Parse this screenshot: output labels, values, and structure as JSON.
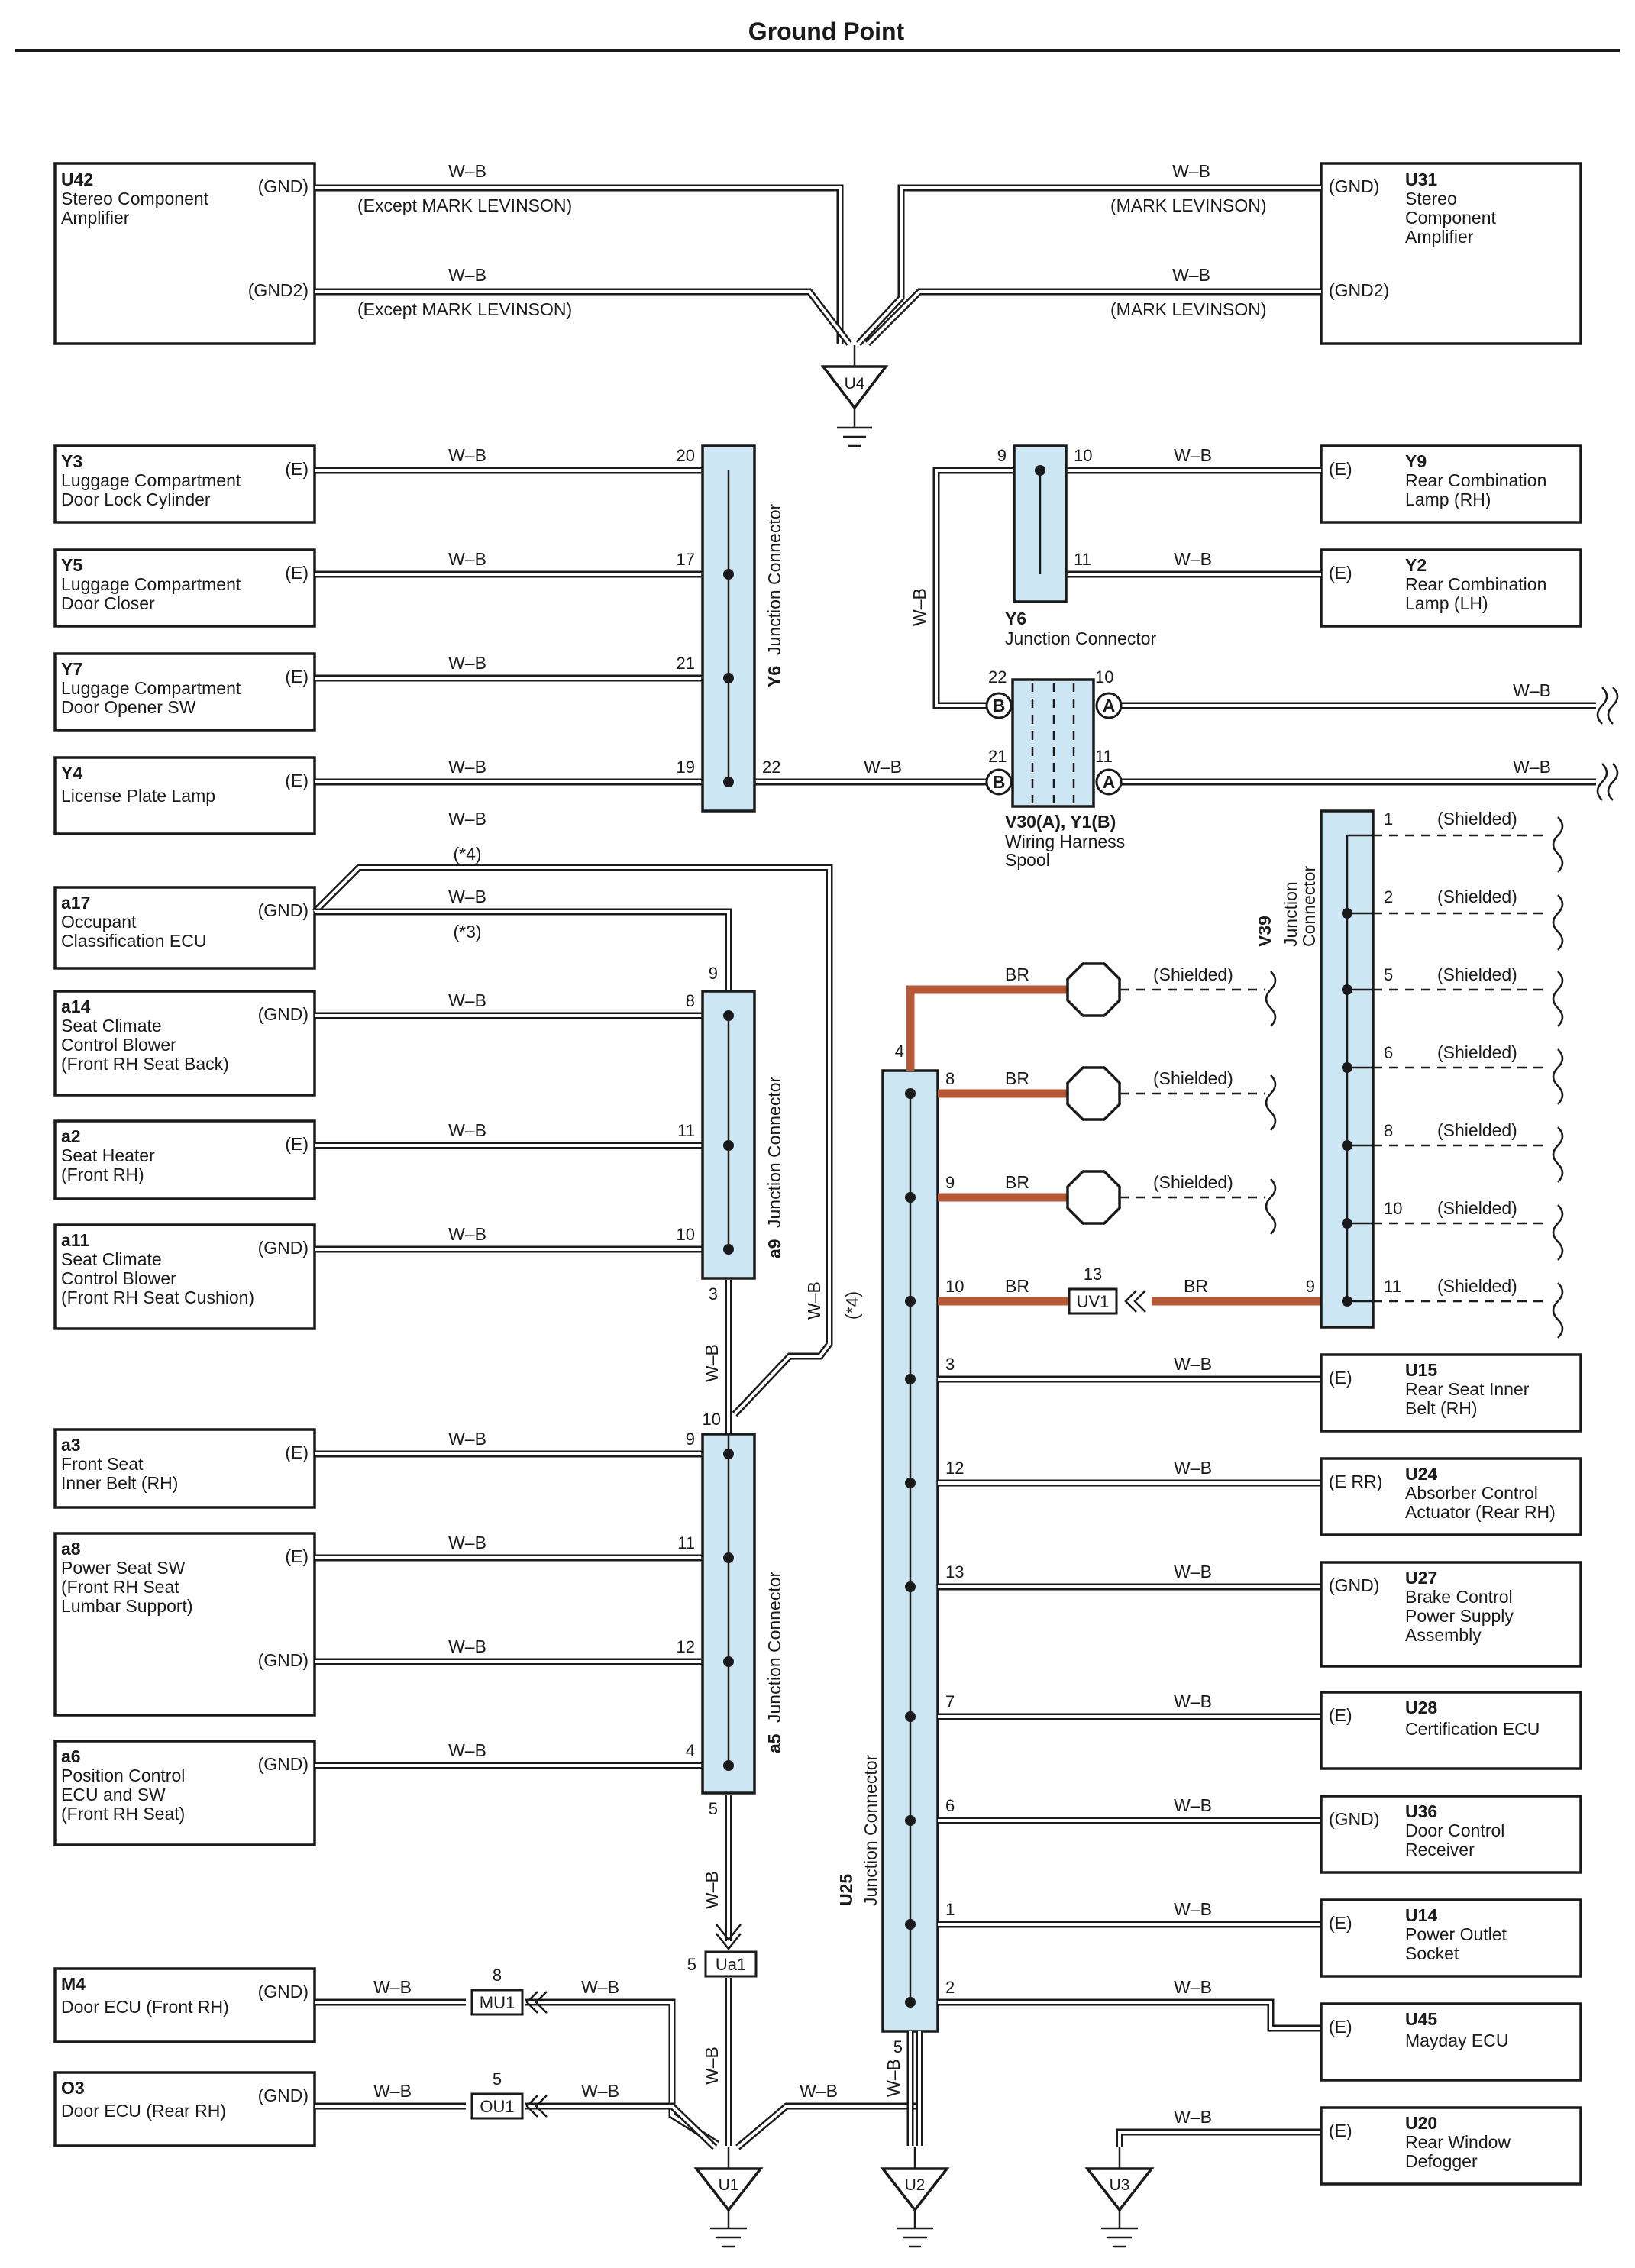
{
  "title": "Ground Point",
  "wire_color": "W–B",
  "br_color": "BR",
  "shielded": "(Shielded)",
  "notes": {
    "except_ml": "(Except MARK LEVINSON)",
    "ml": "(MARK LEVINSON)",
    "n4": "(*4)",
    "n3": "(*3)"
  },
  "colors": {
    "connector_fill": "#cde6f4",
    "br_wire": "#b45a38",
    "ink": "#1a1a1a"
  },
  "components": {
    "U42": {
      "id": "U42",
      "lines": [
        "Stereo Component",
        "Amplifier"
      ],
      "pins": [
        "(GND)",
        "(GND2)"
      ]
    },
    "U31": {
      "id": "U31",
      "lines": [
        "Stereo",
        "Component",
        "Amplifier"
      ],
      "pins": [
        "(GND)",
        "(GND2)"
      ]
    },
    "Y3": {
      "id": "Y3",
      "lines": [
        "Luggage Compartment",
        "Door Lock Cylinder"
      ],
      "pins": [
        "(E)"
      ]
    },
    "Y5": {
      "id": "Y5",
      "lines": [
        "Luggage Compartment",
        "Door Closer"
      ],
      "pins": [
        "(E)"
      ]
    },
    "Y7": {
      "id": "Y7",
      "lines": [
        "Luggage Compartment",
        "Door Opener SW"
      ],
      "pins": [
        "(E)"
      ]
    },
    "Y4": {
      "id": "Y4",
      "lines": [
        "License Plate Lamp"
      ],
      "pins": [
        "(E)"
      ]
    },
    "Y9": {
      "id": "Y9",
      "lines": [
        "Rear Combination",
        "Lamp (RH)"
      ],
      "pins": [
        "(E)"
      ]
    },
    "Y2": {
      "id": "Y2",
      "lines": [
        "Rear Combination",
        "Lamp (LH)"
      ],
      "pins": [
        "(E)"
      ]
    },
    "a17": {
      "id": "a17",
      "lines": [
        "Occupant",
        "Classification ECU"
      ],
      "pins": [
        "(GND)"
      ]
    },
    "a14": {
      "id": "a14",
      "lines": [
        "Seat Climate",
        "Control Blower",
        "(Front RH Seat Back)"
      ],
      "pins": [
        "(GND)"
      ]
    },
    "a2": {
      "id": "a2",
      "lines": [
        "Seat Heater",
        "(Front RH)"
      ],
      "pins": [
        "(E)"
      ]
    },
    "a11": {
      "id": "a11",
      "lines": [
        "Seat Climate",
        "Control Blower",
        "(Front RH Seat Cushion)"
      ],
      "pins": [
        "(GND)"
      ]
    },
    "a3": {
      "id": "a3",
      "lines": [
        "Front Seat",
        "Inner Belt (RH)"
      ],
      "pins": [
        "(E)"
      ]
    },
    "a8": {
      "id": "a8",
      "lines": [
        "Power Seat SW",
        "(Front RH Seat",
        " Lumbar Support)"
      ],
      "pins": [
        "(E)",
        "(GND)"
      ]
    },
    "a6": {
      "id": "a6",
      "lines": [
        "Position Control",
        "ECU and SW",
        "(Front RH Seat)"
      ],
      "pins": [
        "(GND)"
      ]
    },
    "M4": {
      "id": "M4",
      "lines": [
        "Door ECU (Front RH)"
      ],
      "pins": [
        "(GND)"
      ]
    },
    "O3": {
      "id": "O3",
      "lines": [
        "Door ECU (Rear RH)"
      ],
      "pins": [
        "(GND)"
      ]
    },
    "U15": {
      "id": "U15",
      "lines": [
        "Rear Seat Inner",
        "Belt (RH)"
      ],
      "pins": [
        "(E)"
      ]
    },
    "U24": {
      "id": "U24",
      "lines": [
        "Absorber Control",
        "Actuator (Rear RH)"
      ],
      "pins": [
        "(E RR)"
      ]
    },
    "U27": {
      "id": "U27",
      "lines": [
        "Brake Control",
        "Power Supply",
        "Assembly"
      ],
      "pins": [
        "(GND)"
      ]
    },
    "U28": {
      "id": "U28",
      "lines": [
        "Certification ECU"
      ],
      "pins": [
        "(E)"
      ]
    },
    "U36": {
      "id": "U36",
      "lines": [
        "Door Control",
        "Receiver"
      ],
      "pins": [
        "(GND)"
      ]
    },
    "U14": {
      "id": "U14",
      "lines": [
        "Power Outlet",
        "Socket"
      ],
      "pins": [
        "(E)"
      ]
    },
    "U45": {
      "id": "U45",
      "lines": [
        "Mayday ECU"
      ],
      "pins": [
        "(E)"
      ]
    },
    "U20": {
      "id": "U20",
      "lines": [
        "Rear Window",
        "Defogger"
      ],
      "pins": [
        "(E)"
      ]
    }
  },
  "junctions": {
    "Y6L": {
      "id": "Y6",
      "label": "Junction Connector"
    },
    "Y6R": {
      "id": "Y6",
      "label": "Junction Connector"
    },
    "a9": {
      "id": "a9",
      "label": "Junction Connector"
    },
    "a5": {
      "id": "a5",
      "label": "Junction Connector"
    },
    "U25": {
      "id": "U25",
      "label": "Junction Connector"
    },
    "V39": {
      "id": "V39",
      "label_lines": [
        "Junction",
        "Connector"
      ]
    },
    "V30": {
      "id": "V30(A), Y1(B)",
      "label_lines": [
        "Wiring Harness",
        "Spool"
      ]
    }
  },
  "inline": {
    "UV1": {
      "id": "UV1",
      "pin": "13"
    },
    "MU1": {
      "id": "MU1",
      "pin": "8"
    },
    "OU1": {
      "id": "OU1",
      "pin": "5"
    },
    "Ua1": {
      "id": "Ua1",
      "pin": "5"
    }
  },
  "grounds": [
    "U1",
    "U2",
    "U3",
    "U4"
  ],
  "pins": {
    "y6l": [
      "20",
      "17",
      "21",
      "19",
      "22"
    ],
    "y6r": [
      "9",
      "10",
      "11"
    ],
    "v30": [
      "22",
      "10",
      "21",
      "11"
    ],
    "v30_sides": [
      "B",
      "A",
      "B",
      "A"
    ],
    "a9": [
      "9",
      "8",
      "11",
      "10",
      "3"
    ],
    "a5": [
      "10",
      "9",
      "11",
      "12",
      "4",
      "5"
    ],
    "u25": [
      "4",
      "8",
      "9",
      "10",
      "3",
      "12",
      "13",
      "7",
      "6",
      "1",
      "2",
      "5"
    ],
    "v39": [
      "1",
      "2",
      "5",
      "6",
      "8",
      "10",
      "11",
      "9"
    ]
  }
}
